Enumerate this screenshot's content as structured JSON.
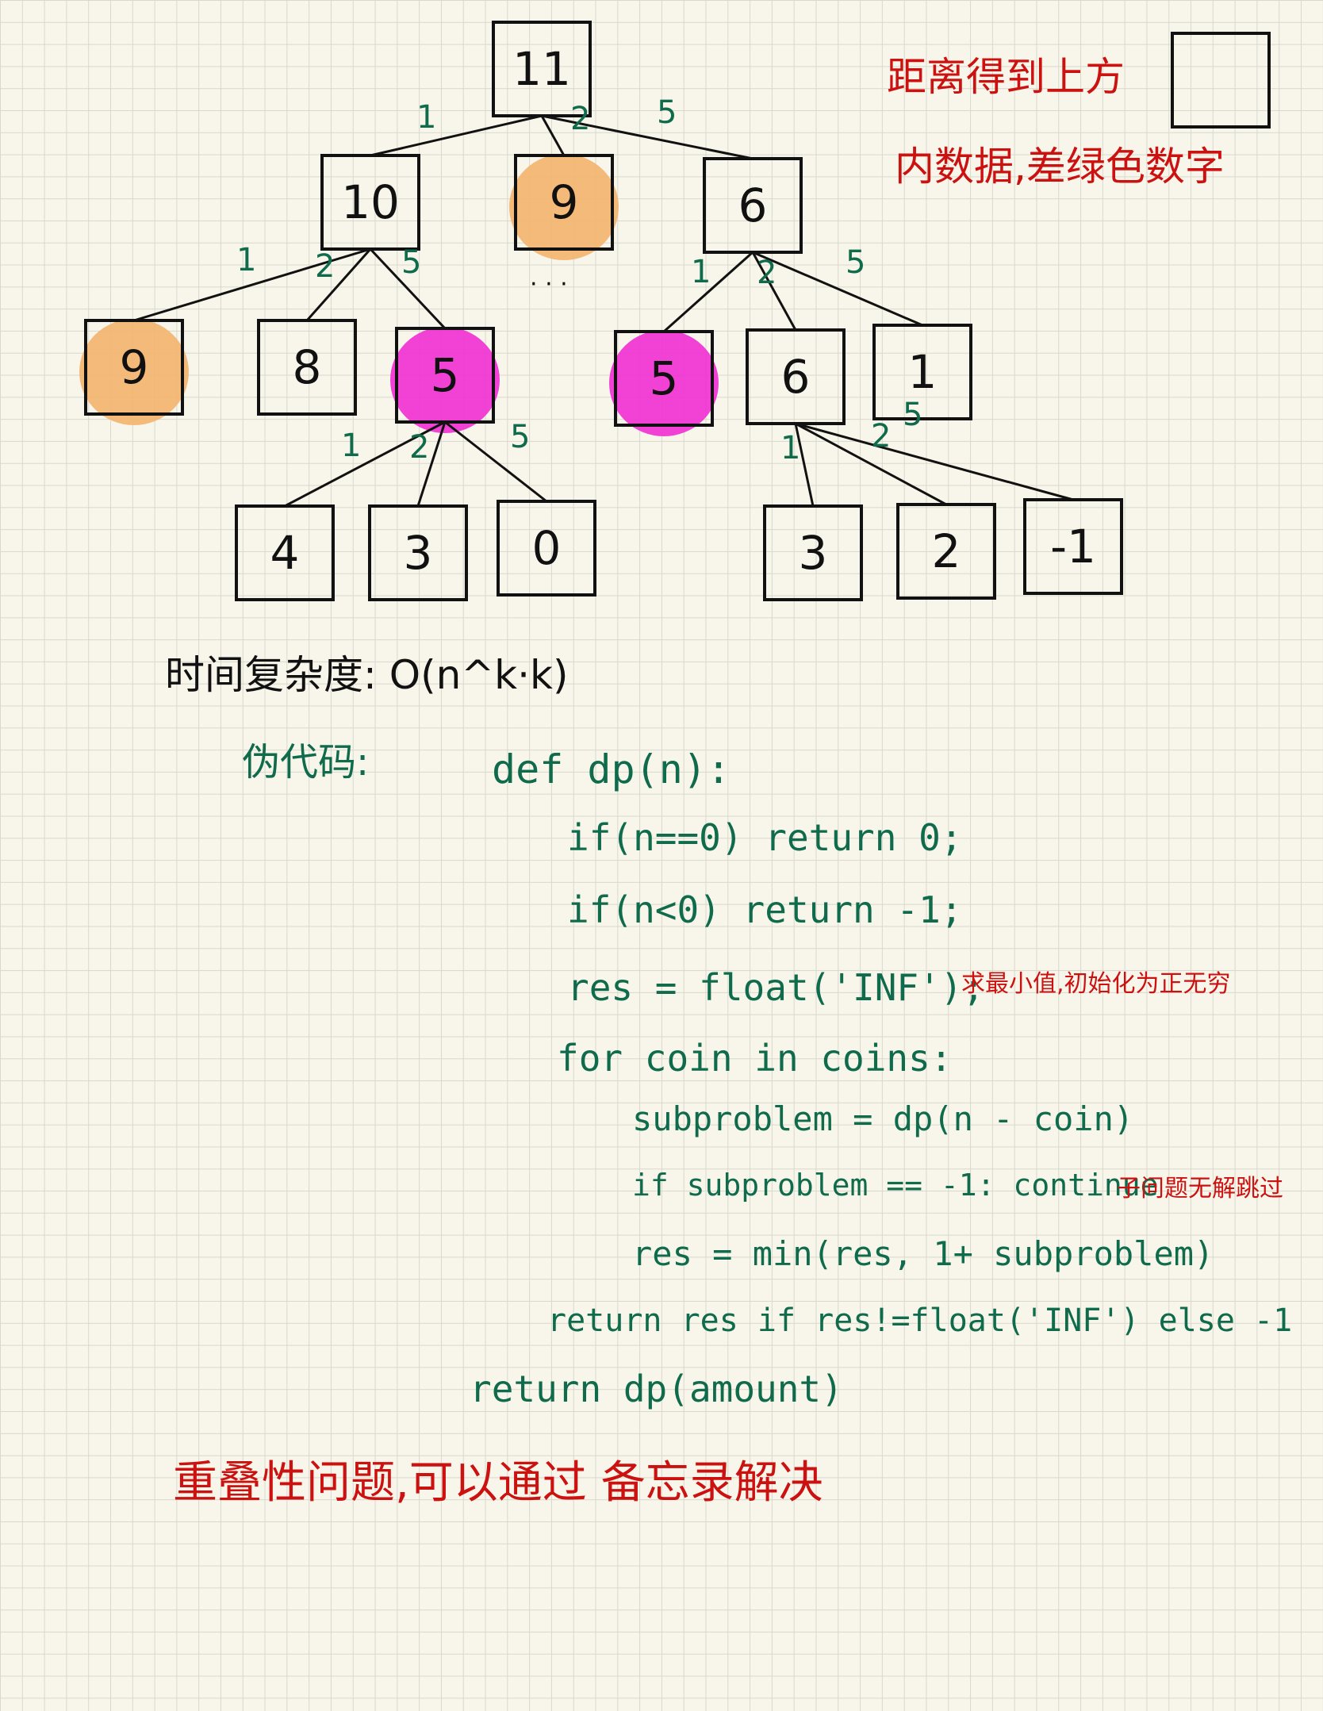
{
  "colors": {
    "ink": "#111111",
    "edge_label": "#0f6b4c",
    "note": "#cc1111",
    "highlight_orange": "#f3b46e",
    "highlight_magenta": "#ef2fd3",
    "grid": "#d9d8cc",
    "paper": "#f8f6ea"
  },
  "tree": {
    "nodes": [
      {
        "id": "root",
        "value": "11"
      },
      {
        "id": "l1a",
        "value": "10"
      },
      {
        "id": "l1b",
        "value": "9",
        "highlight": "orange"
      },
      {
        "id": "l1c",
        "value": "6"
      },
      {
        "id": "l2a",
        "value": "9",
        "highlight": "orange"
      },
      {
        "id": "l2b",
        "value": "8"
      },
      {
        "id": "l2c",
        "value": "5",
        "highlight": "magenta"
      },
      {
        "id": "l2d",
        "value": "5",
        "highlight": "magenta"
      },
      {
        "id": "l2e",
        "value": "6"
      },
      {
        "id": "l2f",
        "value": "1"
      },
      {
        "id": "l3a",
        "value": "4"
      },
      {
        "id": "l3b",
        "value": "3"
      },
      {
        "id": "l3c",
        "value": "0"
      },
      {
        "id": "l3d",
        "value": "3"
      },
      {
        "id": "l3e",
        "value": "2"
      },
      {
        "id": "l3f",
        "value": "-1"
      }
    ],
    "edges": [
      {
        "from": "root",
        "to": "l1a",
        "label": "1"
      },
      {
        "from": "root",
        "to": "l1b",
        "label": "2"
      },
      {
        "from": "root",
        "to": "l1c",
        "label": "5"
      },
      {
        "from": "l1a",
        "to": "l2a",
        "label": "1"
      },
      {
        "from": "l1a",
        "to": "l2b",
        "label": "2"
      },
      {
        "from": "l1a",
        "to": "l2c",
        "label": "5"
      },
      {
        "from": "l1c",
        "to": "l2d",
        "label": "1"
      },
      {
        "from": "l1c",
        "to": "l2e",
        "label": "2"
      },
      {
        "from": "l1c",
        "to": "l2f",
        "label": "5"
      },
      {
        "from": "l2c",
        "to": "l3a",
        "label": "1"
      },
      {
        "from": "l2c",
        "to": "l3b",
        "label": "2"
      },
      {
        "from": "l2c",
        "to": "l3c",
        "label": "5"
      },
      {
        "from": "l2e",
        "to": "l3d",
        "label": "1"
      },
      {
        "from": "l2e",
        "to": "l3e",
        "label": "2"
      },
      {
        "from": "l2e",
        "to": "l3f",
        "label": "5"
      }
    ],
    "ellipsis": "· · ·"
  },
  "note_top": {
    "line1": "距离得到上方",
    "line2": "内数据,差绿色数字"
  },
  "complexity": "时间复杂度: O(n^k·k)",
  "pseudocode_label": "伪代码:",
  "code": [
    "def dp(n):",
    "if(n==0) return 0;",
    "if(n<0) return -1;",
    "res = float('INF');",
    "for coin in coins:",
    "subproblem = dp(n - coin)",
    "if subproblem == -1: continue",
    "res = min(res, 1+ subproblem)",
    "return res if res!=float('INF') else -1",
    "return dp(amount)"
  ],
  "note_min": "求最小值,初始化为正无穷",
  "note_skip": "子问题无解跳过",
  "bottom_note": "重叠性问题,可以通过 备忘录解决"
}
